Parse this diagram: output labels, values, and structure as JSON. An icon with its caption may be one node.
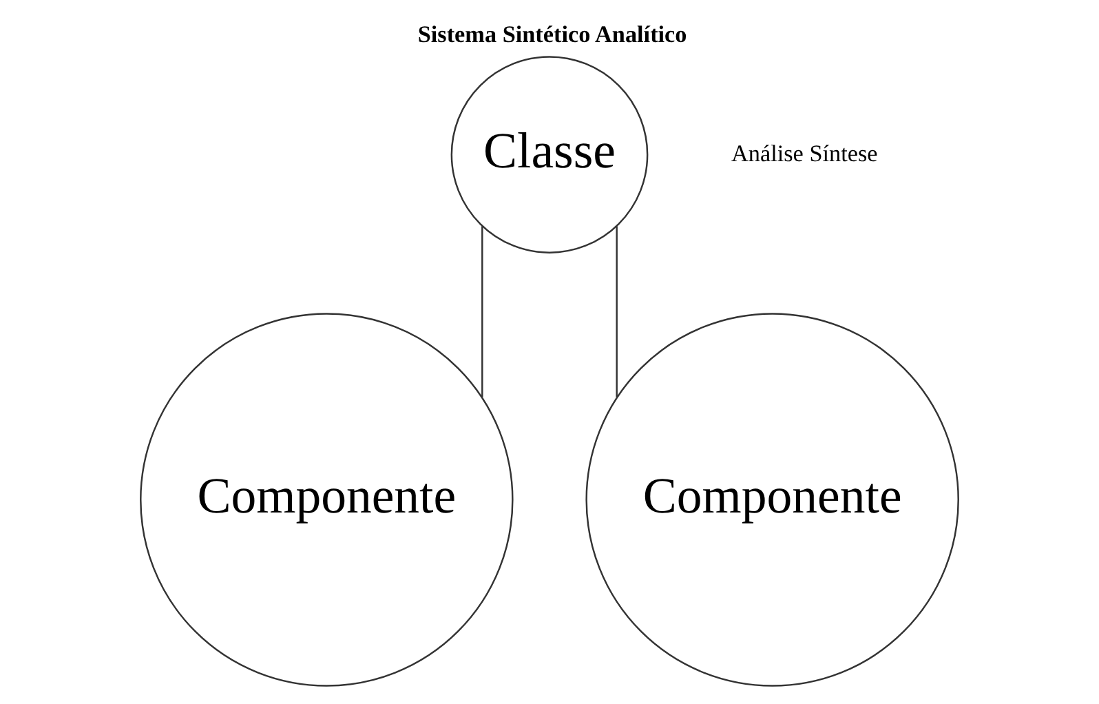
{
  "diagram": {
    "title": "Sistema Sintético Analítico",
    "nodes": [
      {
        "text": [
          "Classe"
        ]
      },
      {
        "text": [
          "Componente"
        ]
      },
      {
        "text": [
          "Componente"
        ]
      }
    ],
    "edges": [
      {
        "from": 0,
        "to": 1,
        "arrow": "none"
      },
      {
        "from": 0,
        "to": 2,
        "arrow": "none"
      }
    ],
    "labels": [
      "Análise Síntese"
    ]
  }
}
